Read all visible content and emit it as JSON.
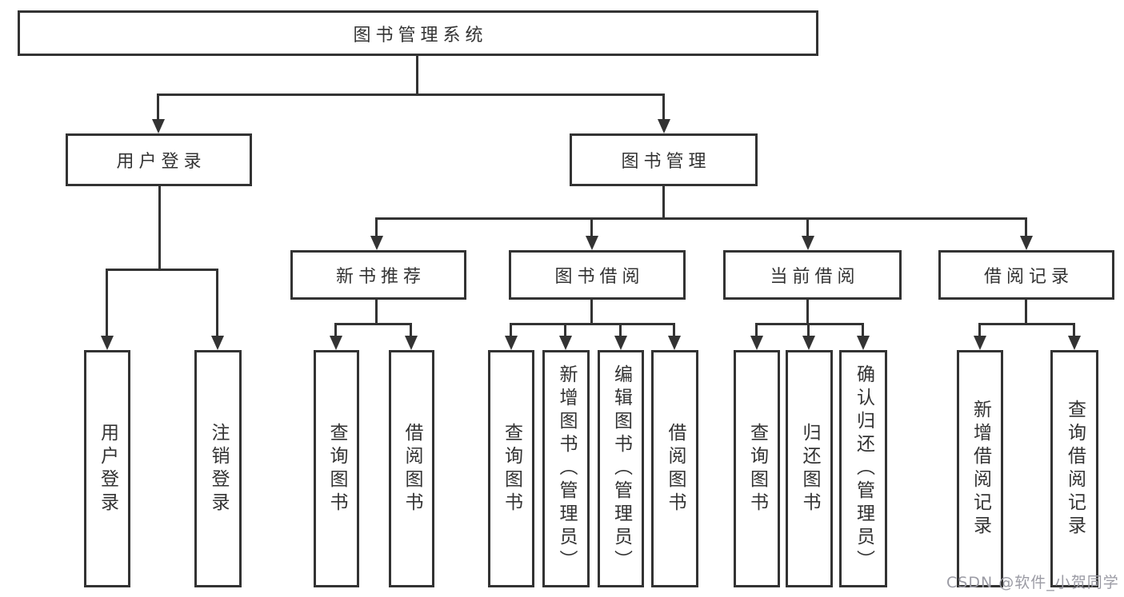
{
  "diagram": {
    "root": {
      "label": "图书管理系统"
    },
    "level2": [
      {
        "label": "用户登录"
      },
      {
        "label": "图书管理"
      }
    ],
    "level3": [
      {
        "label": "新书推荐"
      },
      {
        "label": "图书借阅"
      },
      {
        "label": "当前借阅"
      },
      {
        "label": "借阅记录"
      }
    ],
    "leaves": {
      "login": [
        {
          "label": "用户登录"
        },
        {
          "label": "注销登录"
        }
      ],
      "recommend": [
        {
          "label": "查询图书"
        },
        {
          "label": "借阅图书"
        }
      ],
      "borrowing": [
        {
          "label": "查询图书"
        },
        {
          "label": "新增图书（管理员）"
        },
        {
          "label": "编辑图书（管理员）"
        },
        {
          "label": "借阅图书"
        }
      ],
      "current": [
        {
          "label": "查询图书"
        },
        {
          "label": "归还图书"
        },
        {
          "label": "确认归还（管理员）"
        }
      ],
      "records": [
        {
          "label": "新增借阅记录"
        },
        {
          "label": "查询借阅记录"
        }
      ]
    },
    "watermark": {
      "text": "CSDN @软件_小贺同学"
    },
    "colors": {
      "line": "#333333",
      "text": "#333333",
      "watermark": "#9b9ba4",
      "background": "#ffffff"
    }
  }
}
